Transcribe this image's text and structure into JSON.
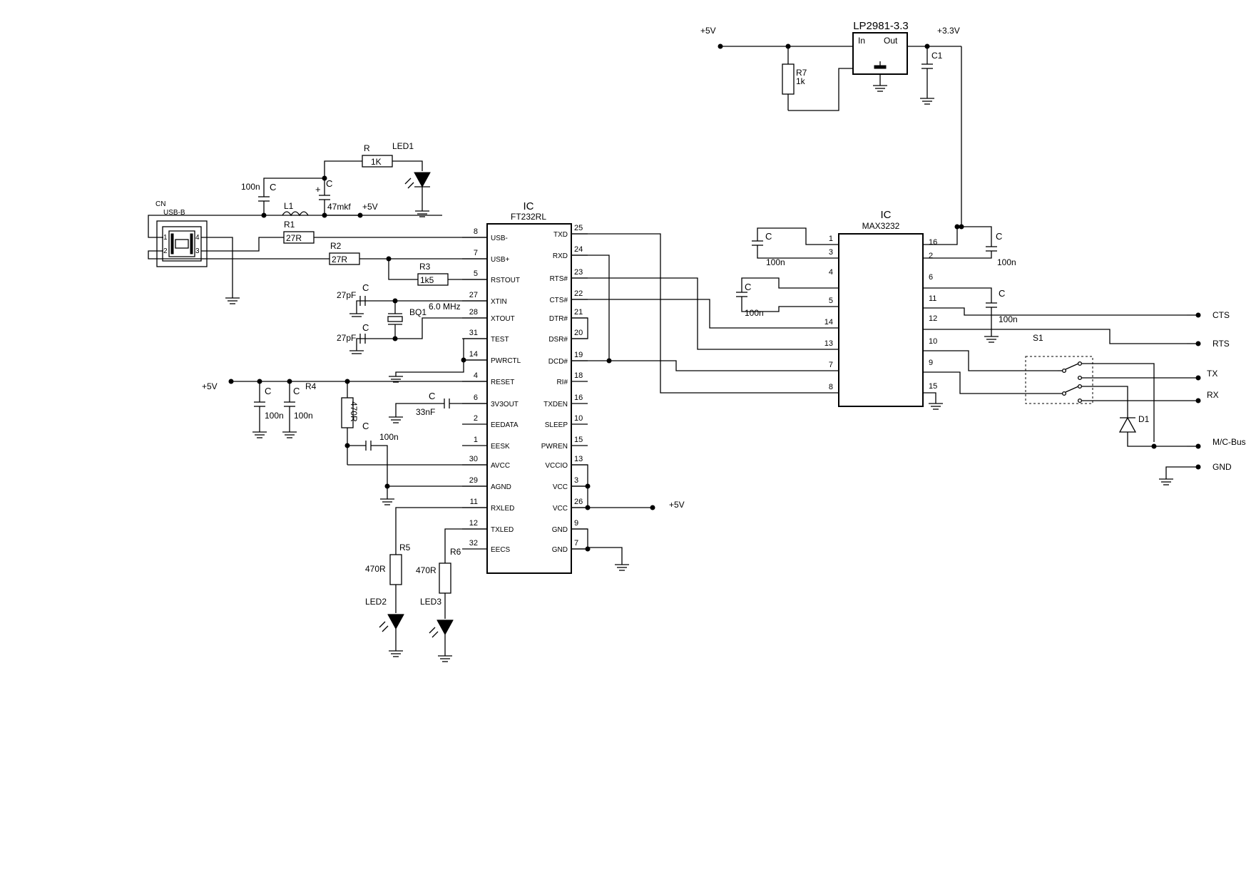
{
  "u1": {
    "ref": "IC",
    "part": "FT232RL",
    "left_pins": [
      {
        "num": "8",
        "name": "USB-"
      },
      {
        "num": "7",
        "name": "USB+"
      },
      {
        "num": "5",
        "name": "RSTOUT"
      },
      {
        "num": "27",
        "name": "XTIN"
      },
      {
        "num": "28",
        "name": "XTOUT"
      },
      {
        "num": "31",
        "name": "TEST"
      },
      {
        "num": "14",
        "name": "PWRCTL"
      },
      {
        "num": "4",
        "name": "RESET"
      },
      {
        "num": "6",
        "name": "3V3OUT"
      },
      {
        "num": "2",
        "name": "EEDATA"
      },
      {
        "num": "1",
        "name": "EESK"
      },
      {
        "num": "30",
        "name": "AVCC"
      },
      {
        "num": "29",
        "name": "AGND"
      },
      {
        "num": "11",
        "name": "RXLED"
      },
      {
        "num": "12",
        "name": "TXLED"
      },
      {
        "num": "32",
        "name": "EECS"
      }
    ],
    "right_pins": [
      {
        "num": "25",
        "name": "TXD"
      },
      {
        "num": "24",
        "name": "RXD"
      },
      {
        "num": "23",
        "name": "RTS#"
      },
      {
        "num": "22",
        "name": "CTS#"
      },
      {
        "num": "21",
        "name": "DTR#"
      },
      {
        "num": "20",
        "name": "DSR#"
      },
      {
        "num": "19",
        "name": "DCD#"
      },
      {
        "num": "18",
        "name": "RI#"
      },
      {
        "num": "16",
        "name": "TXDEN"
      },
      {
        "num": "10",
        "name": "SLEEP"
      },
      {
        "num": "15",
        "name": "PWREN"
      },
      {
        "num": "13",
        "name": "VCCIO"
      },
      {
        "num": "3",
        "name": "VCC"
      },
      {
        "num": "26",
        "name": "VCC"
      },
      {
        "num": "9",
        "name": "GND"
      },
      {
        "num": "7",
        "name": "GND"
      }
    ]
  },
  "u2": {
    "ref": "IC",
    "part": "MAX3232",
    "left_pins": [
      "1",
      "3",
      "4",
      "5",
      "14",
      "13",
      "7",
      "8"
    ],
    "right_pins": [
      "16",
      "2",
      "6",
      "11",
      "12",
      "10",
      "9",
      "15"
    ]
  },
  "regulator": {
    "part": "LP2981-3.3",
    "in_label": "In",
    "out_label": "Out"
  },
  "rails": {
    "p5v": "+5V",
    "p33v": "+3.3V"
  },
  "connector": {
    "ref": "CN",
    "type": "USB-B",
    "pins": [
      "1",
      "2",
      "4",
      "3"
    ]
  },
  "parts": {
    "r_led": {
      "ref": "R",
      "value": "1K"
    },
    "led1": "LED1",
    "c_100n_top": {
      "ref": "C",
      "value": "100n"
    },
    "c_47": {
      "ref": "C",
      "value": "47mkf",
      "polarity": "+"
    },
    "l1": "L1",
    "r1": {
      "ref": "R1",
      "value": "27R"
    },
    "r2": {
      "ref": "R2",
      "value": "27R"
    },
    "r3": {
      "ref": "R3",
      "value": "1k5"
    },
    "c_x1": {
      "ref": "C",
      "value": "27pF"
    },
    "c_x2": {
      "ref": "C",
      "value": "27pF"
    },
    "crystal": {
      "ref": "BQ1",
      "value": "6.0 MHz"
    },
    "c_p1": {
      "ref": "C",
      "value": "100n"
    },
    "c_p2": {
      "ref": "C",
      "value": "100n"
    },
    "r4": {
      "ref": "R4",
      "value": "470R"
    },
    "c_avcc": {
      "ref": "C",
      "value": "100n"
    },
    "c_3v3": {
      "ref": "C",
      "value": "33nF"
    },
    "r5": {
      "ref": "R5",
      "value": "470R"
    },
    "r6": {
      "ref": "R6",
      "value": "470R"
    },
    "led2": "LED2",
    "led3": "LED3",
    "r7": {
      "ref": "R7",
      "value": "1k"
    },
    "c1": "C1",
    "c_m1": {
      "ref": "C",
      "value": "100n"
    },
    "c_m2": {
      "ref": "C",
      "value": "100n"
    },
    "c_m3": {
      "ref": "C",
      "value": "100n"
    },
    "c_m4": {
      "ref": "C",
      "value": "100n"
    },
    "s1": "S1",
    "d1": "D1"
  },
  "outputs": [
    "CTS",
    "RTS",
    "TX",
    "RX",
    "M/C-Bus",
    "GND"
  ]
}
